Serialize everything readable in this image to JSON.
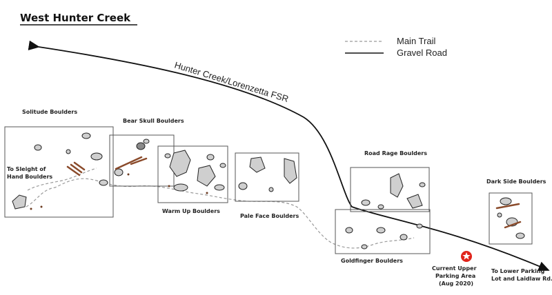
{
  "title": "West Hunter Creek",
  "legend": {
    "main_trail": "Main Trail",
    "gravel_road": "Gravel Road"
  },
  "road_label": "Hunter Creek/Lorenzetta FSR",
  "areas": {
    "solitude": "Solitude Boulders",
    "bear_skull": "Bear Skull Boulders",
    "warm_up": "Warm Up Boulders",
    "pale_face": "Pale Face Boulders",
    "road_rage": "Road Rage Boulders",
    "goldfinger": "Goldfinger Boulders",
    "dark_side": "Dark Side Boulders"
  },
  "directions": {
    "sleight_line1": "To Sleight of",
    "sleight_line2": "Hand Boulders",
    "lower_line1": "To Lower Parking",
    "lower_line2": "Lot and Laidlaw Rd."
  },
  "parking": {
    "line1": "Current Upper",
    "line2": "Parking Area",
    "line3": "(Aug 2020)"
  },
  "colors": {
    "parking_marker": "#e0241b",
    "road": "#111111",
    "trail": "#999999"
  },
  "icons": {
    "parking": "star-icon"
  }
}
